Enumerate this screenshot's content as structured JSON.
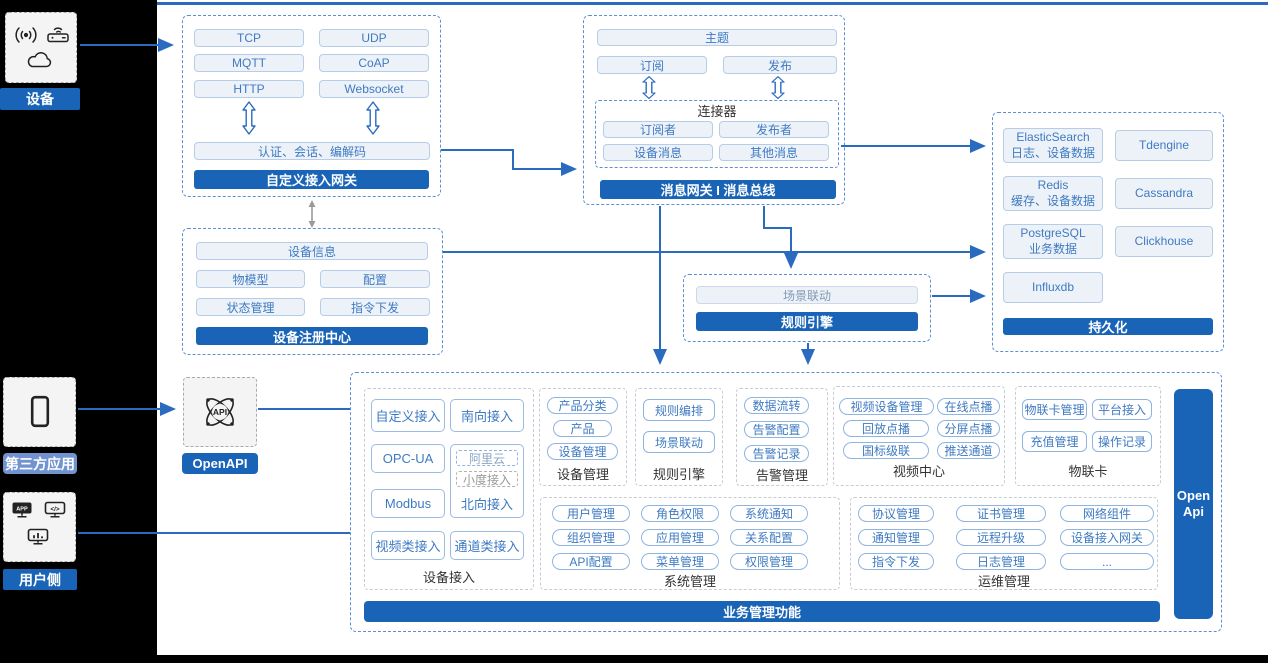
{
  "colors": {
    "accent": "#1a64b8",
    "light_accent": "#7193cf",
    "arrow": "#2b6bbf",
    "button_text": "#3e7ac2"
  },
  "left_rail": {
    "device": {
      "label": "设备"
    },
    "third_party": {
      "label": "第三方应用"
    },
    "user_side": {
      "label": "用户侧"
    },
    "icons": {
      "app_text": "APP",
      "code_text": "</>"
    }
  },
  "openapi": {
    "label": "OpenAPI",
    "icon_text": "API"
  },
  "custom_gateway": {
    "title": "自定义接入网关",
    "protocols": [
      "TCP",
      "UDP",
      "MQTT",
      "CoAP",
      "HTTP",
      "Websocket"
    ],
    "session": "认证、会话、编解码"
  },
  "registry": {
    "title": "设备注册中心",
    "device_info": "设备信息",
    "items": [
      "物模型",
      "配置",
      "状态管理",
      "指令下发"
    ]
  },
  "message_bus": {
    "title": "消息网关 I 消息总线",
    "topic": "主题",
    "subscribe": "订阅",
    "publish": "发布",
    "connector": {
      "title": "连接器",
      "items": [
        "订阅者",
        "发布者",
        "设备消息",
        "其他消息"
      ]
    }
  },
  "persistence": {
    "title": "持久化",
    "stores": [
      {
        "name": "ElasticSearch",
        "sub": "日志、设备数据"
      },
      {
        "name": "Tdengine",
        "sub": ""
      },
      {
        "name": "Redis",
        "sub": "缓存、设备数据"
      },
      {
        "name": "Cassandra",
        "sub": ""
      },
      {
        "name": "PostgreSQL",
        "sub": "业务数据"
      },
      {
        "name": "Clickhouse",
        "sub": ""
      },
      {
        "name": "Influxdb",
        "sub": ""
      }
    ]
  },
  "rule_engine": {
    "title": "规则引擎",
    "scene": "场景联动"
  },
  "business": {
    "title": "业务管理功能",
    "open_api_bar": "Open Api",
    "device_access": {
      "label": "设备接入",
      "buttons": [
        "自定义接入",
        "南向接入",
        "OPC-UA",
        "Modbus",
        "视频类接入",
        "通道类接入"
      ],
      "north_group": {
        "aliyun": "阿里云",
        "xiaodu": "小度接入",
        "label": "北向接入"
      }
    },
    "device_mgmt": {
      "label": "设备管理",
      "items": [
        "产品分类",
        "产品",
        "设备管理"
      ]
    },
    "rule": {
      "label": "规则引擎",
      "items": [
        "规则编排",
        "场景联动"
      ]
    },
    "alarm": {
      "label": "告警管理",
      "items": [
        "数据流转",
        "告警配置",
        "告警记录"
      ]
    },
    "video": {
      "label": "视频中心",
      "col1": [
        "视频设备管理",
        "回放点播",
        "国标级联"
      ],
      "col2": [
        "在线点播",
        "分屏点播",
        "推送通道"
      ]
    },
    "iot_card": {
      "label": "物联卡",
      "items": [
        "物联卡管理",
        "平台接入",
        "充值管理",
        "操作记录"
      ]
    },
    "system": {
      "label": "系统管理",
      "items": [
        "用户管理",
        "角色权限",
        "系统通知",
        "组织管理",
        "应用管理",
        "关系配置",
        "API配置",
        "菜单管理",
        "权限管理"
      ]
    },
    "ops": {
      "label": "运维管理",
      "items": [
        "协议管理",
        "证书管理",
        "网络组件",
        "通知管理",
        "远程升级",
        "设备接入网关",
        "指令下发",
        "日志管理",
        "..."
      ]
    }
  }
}
